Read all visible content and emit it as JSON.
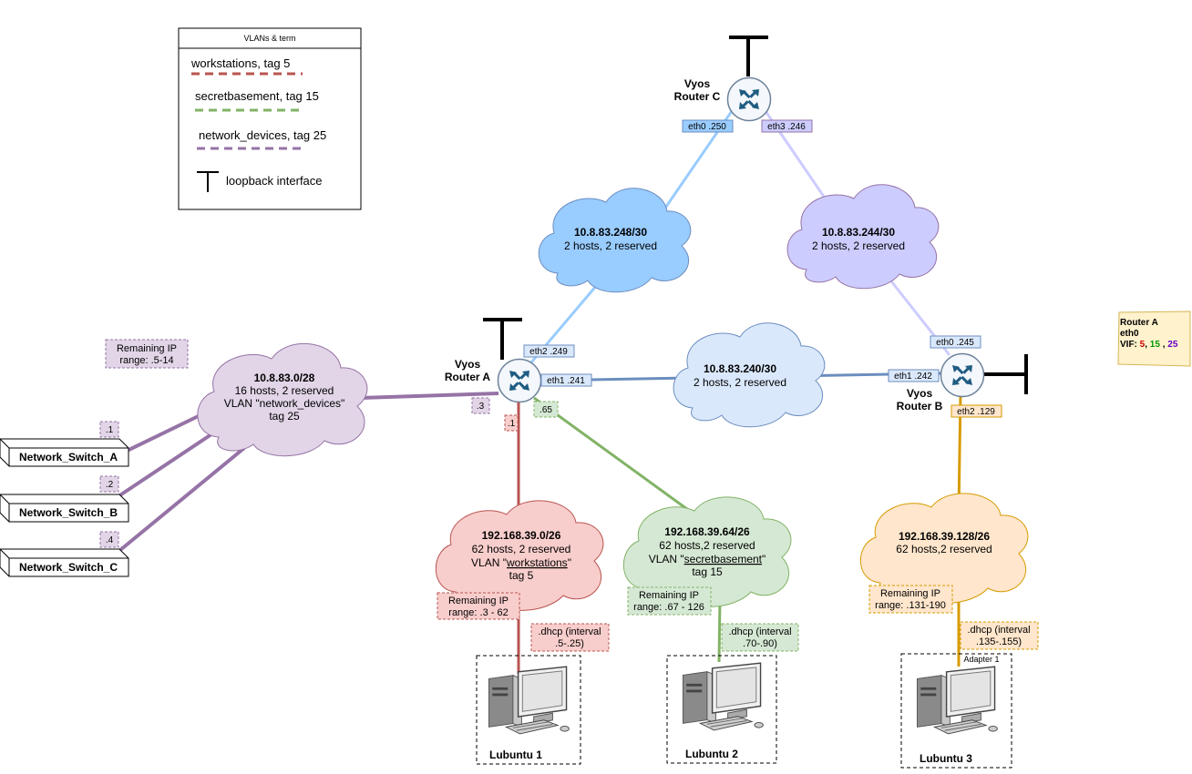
{
  "legend": {
    "title": "VLANs & term",
    "items": [
      {
        "label": "workstations, tag 5",
        "color": "#b85450"
      },
      {
        "label": "secretbasement, tag 15",
        "color": "#82b366"
      },
      {
        "label": "network_devices, tag 25",
        "color": "#9673a6"
      }
    ],
    "loopback_label": "loopback interface"
  },
  "routers": {
    "a": {
      "name_line1": "Vyos",
      "name_line2": "Router A"
    },
    "b": {
      "name_line1": "Vyos",
      "name_line2": "Router B"
    },
    "c": {
      "name_line1": "Vyos",
      "name_line2": "Router C"
    }
  },
  "networks": {
    "net_248": {
      "title": "10.8.83.248/30",
      "sub": "2 hosts, 2 reserved"
    },
    "net_244": {
      "title": "10.8.83.244/30",
      "sub": "2 hosts, 2 reserved"
    },
    "net_240": {
      "title": "10.8.83.240/30",
      "sub": "2 hosts, 2 reserved"
    },
    "net_0": {
      "title": "10.8.83.0/28",
      "line2": "16 hosts, 2 reserved",
      "line3": "VLAN \"network_devices\"",
      "line4": "tag 25"
    },
    "net_lan0": {
      "title": "192.168.39.0/26",
      "line2": "62 hosts, 2 reserved",
      "vlan_prefix": "VLAN \"",
      "vlan_name": "workstations",
      "vlan_suffix": "\"",
      "line4": "tag 5"
    },
    "net_lan64": {
      "title": "192.168.39.64/26",
      "line2": "62 hosts,2 reserved",
      "vlan_prefix": "VLAN \"",
      "vlan_name": "secretbasement",
      "vlan_suffix": "\"",
      "line4": "tag 15"
    },
    "net_lan128": {
      "title": "192.168.39.128/26",
      "line2": "62 hosts,2 reserved"
    }
  },
  "interfaces": {
    "c_eth0": "eth0 .250",
    "c_eth3": "eth3 .246",
    "a_eth2": "eth2 .249",
    "a_eth1": "eth1 .241",
    "a_3": ".3",
    "a_1": ".1",
    "a_65": ".65",
    "b_eth0": "eth0 .245",
    "b_eth1": "eth1 .242",
    "b_eth2": "eth2 .129",
    "sw_a": ".1",
    "sw_b": ".2",
    "sw_c": ".4"
  },
  "remaining": {
    "net0": {
      "line1": "Remaining IP",
      "line2": "range: .5-14"
    },
    "lan0": {
      "line1": "Remaining IP",
      "line2": "range: .3 - 62"
    },
    "lan64": {
      "line1": "Remaining IP",
      "line2": "range: .67 - 126"
    },
    "lan128": {
      "line1": "Remaining IP",
      "line2": "range: .131-190"
    }
  },
  "dhcp": {
    "lan0": {
      "line1": ".dhcp (interval",
      "line2": ".5-.25)"
    },
    "lan64": {
      "line1": ".dhcp (interval",
      "line2": ".70-.90)"
    },
    "lan128": {
      "line1": ".dhcp (interval",
      "line2": ".135-.155)"
    }
  },
  "switches": {
    "a": "Network_Switch_A",
    "b": "Network_Switch_B",
    "c": "Network_Switch_C"
  },
  "hosts": {
    "l1": "Lubuntu 1",
    "l2": "Lubuntu 2",
    "l3": "Lubuntu 3",
    "adapter": "Adapter 1"
  },
  "sticky": {
    "line1": "Router A",
    "line2": "eth0",
    "vif_label": "VIF: ",
    "vif5": "5",
    "sep1": ", ",
    "vif15": "15",
    "sep2": " , ",
    "vif25": "25",
    "vif5_color": "#cc0000",
    "vif15_color": "#009900",
    "vif25_color": "#6600cc"
  },
  "colors": {
    "blue_link": "#99ccff",
    "purple_link": "#ccccff",
    "steel_link": "#6c8ebf",
    "red_link": "#b85450",
    "green_link": "#82b366",
    "orange_link": "#d79b00",
    "vlan25_link": "#9673a6"
  }
}
